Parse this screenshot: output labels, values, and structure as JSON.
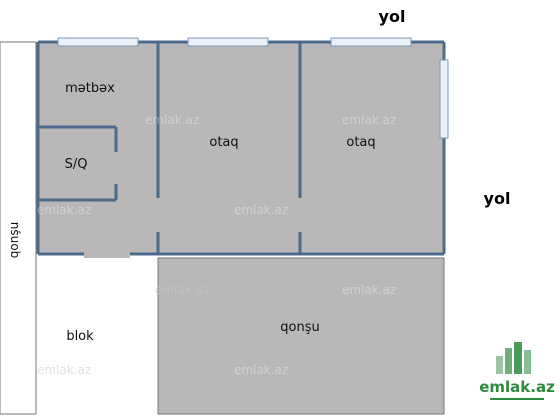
{
  "labels": {
    "road_top": "yol",
    "road_right": "yol",
    "neighbor_left": "qonşu",
    "block": "blok",
    "neighbor_bottom": "qonşu"
  },
  "rooms": {
    "kitchen": "mətbəx",
    "bathroom": "S/Q",
    "room_1": "otaq",
    "room_2": "otaq"
  },
  "watermark": {
    "text": "emlak.az"
  },
  "logo": {
    "text": "emlak.az"
  },
  "colors": {
    "wall": "#4a6b8c",
    "floor": "#b9b7b7",
    "window": "#e9f0f7",
    "window_border": "#7b98b5",
    "logo_green": "#2f8a3d"
  }
}
